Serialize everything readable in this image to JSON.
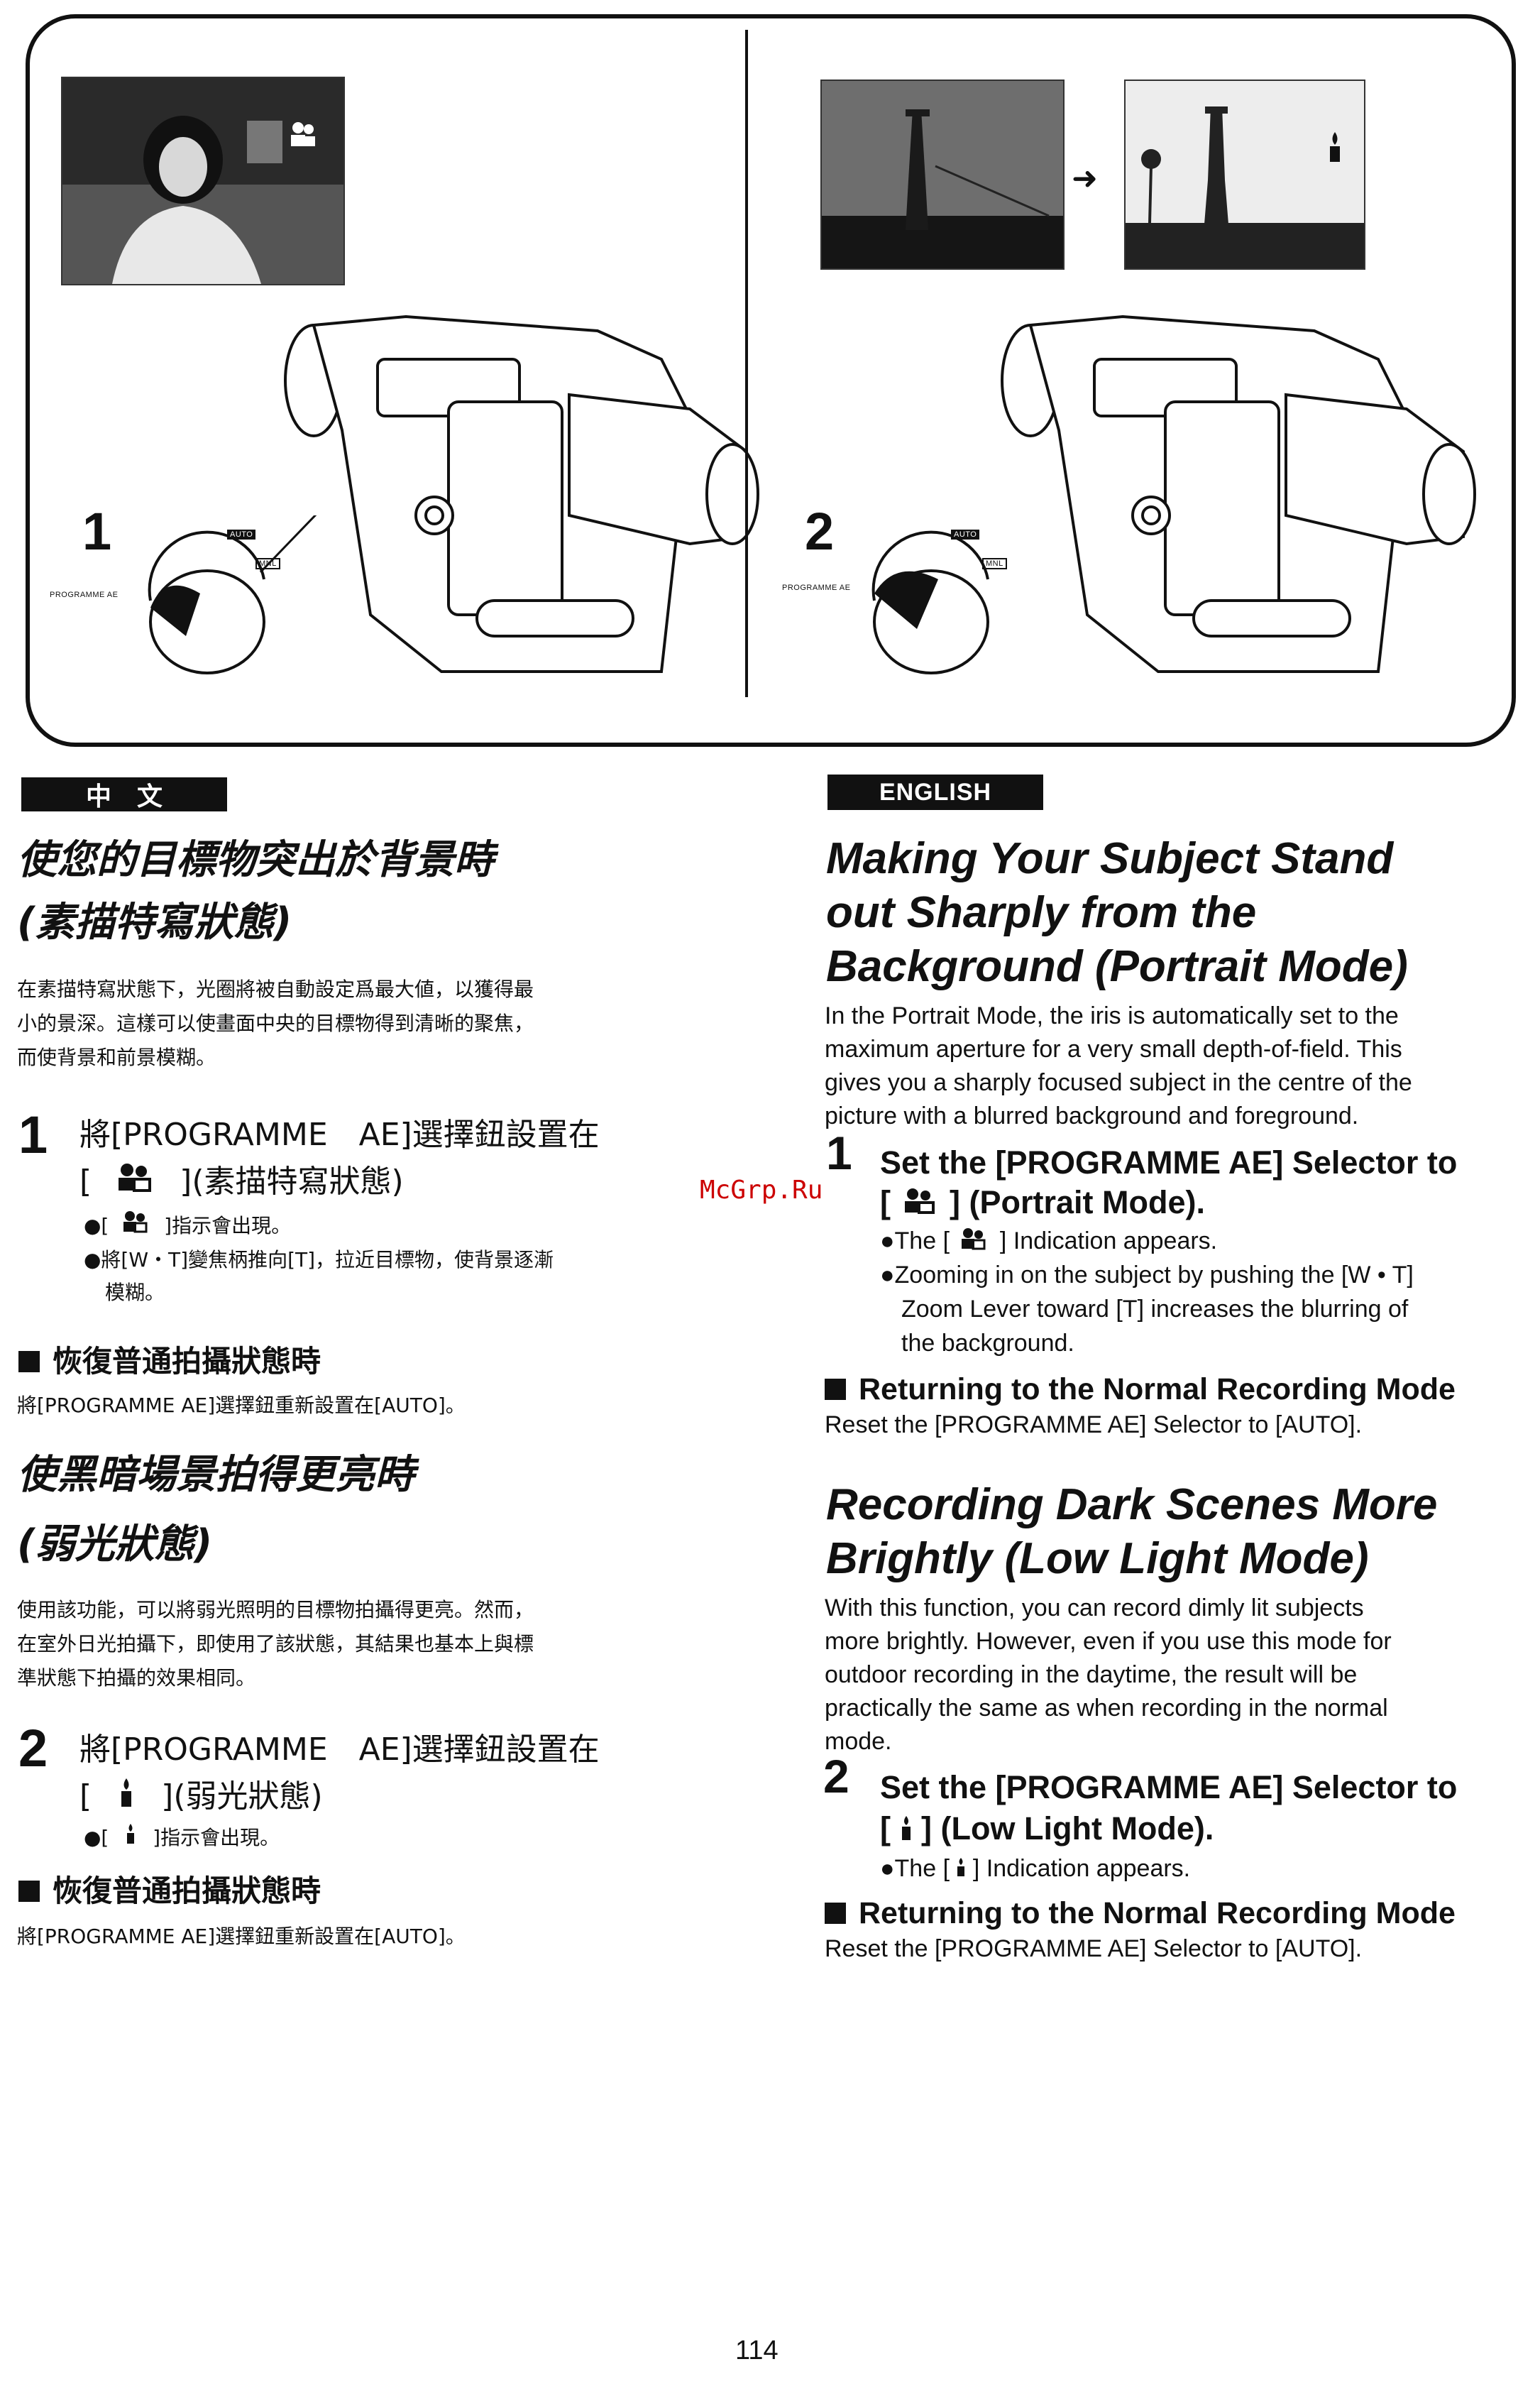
{
  "illustration": {
    "panel1_number": "1",
    "panel2_number": "2",
    "dial_label": "PROGRAMME AE",
    "dial_auto": "AUTO",
    "dial_manual": "MNL"
  },
  "badges": {
    "zh": "中　文",
    "en": "ENGLISH"
  },
  "zh": {
    "title1_line1": "使您的目標物突出於背景時",
    "title1_line2": "(素描特寫狀態)",
    "body1_line1": "在素描特寫狀態下，光圈將被自動設定爲最大値，以獲得最",
    "body1_line2": "小的景深。這樣可以使畫面中央的目標物得到清晰的聚焦，",
    "body1_line3": "而使背景和前景模糊。",
    "step1_num": "1",
    "step1_line1": "將[PROGRAMME　AE]選擇鈕設置在",
    "step1_line2_pre": "[",
    "step1_line2_post": "](素描特寫狀態)",
    "step1_b1_pre": "●[",
    "step1_b1_post": "]指示會出現。",
    "step1_b2_line1": "●將[W・T]變焦柄推向[T]，拉近目標物，使背景逐漸",
    "step1_b2_line2": "模糊。",
    "return1_head": "恢復普通拍攝狀態時",
    "return1_body": "將[PROGRAMME AE]選擇鈕重新設置在[AUTO]。",
    "title2_line1": "使黑暗場景拍得更亮時",
    "title2_line2": "(弱光狀態)",
    "body2_line1": "使用該功能，可以將弱光照明的目標物拍攝得更亮。然而，",
    "body2_line2": "在室外日光拍攝下，即使用了該狀態，其結果也基本上與標",
    "body2_line3": "準狀態下拍攝的效果相同。",
    "step2_num": "2",
    "step2_line1": "將[PROGRAMME　AE]選擇鈕設置在",
    "step2_line2_pre": "[",
    "step2_line2_post": "](弱光狀態)",
    "step2_b1_pre": "●[",
    "step2_b1_post": "]指示會出現。",
    "return2_head": "恢復普通拍攝狀態時",
    "return2_body": "將[PROGRAMME AE]選擇鈕重新設置在[AUTO]。"
  },
  "en": {
    "title1_line1": "Making Your Subject Stand",
    "title1_line2": "out Sharply from the",
    "title1_line3": "Background (Portrait Mode)",
    "body1_line1": "In the Portrait Mode, the iris is automatically set to the",
    "body1_line2": "maximum aperture for a very small depth-of-field. This",
    "body1_line3": "gives you a sharply focused subject in the centre of the",
    "body1_line4": "picture with a blurred background and foreground.",
    "step1_num": "1",
    "step1_line1": "Set the [PROGRAMME AE] Selector to",
    "step1_line2_pre": "[",
    "step1_line2_post": "] (Portrait Mode).",
    "step1_b1_pre": "●The [",
    "step1_b1_post": "] Indication appears.",
    "step1_b2_line1": "●Zooming in on the subject by pushing the [W • T]",
    "step1_b2_line2": "Zoom Lever toward [T] increases the blurring of",
    "step1_b2_line3": "the background.",
    "return1_head": "Returning to the Normal Recording Mode",
    "return1_body": "Reset the [PROGRAMME AE] Selector to [AUTO].",
    "title2_line1": "Recording Dark Scenes More",
    "title2_line2": "Brightly (Low Light Mode)",
    "body2_line1": "With this function, you can record dimly lit subjects",
    "body2_line2": "more brightly. However, even if you use this mode for",
    "body2_line3": "outdoor recording in the daytime, the result will be",
    "body2_line4": "practically the same as when recording in the normal",
    "body2_line5": "mode.",
    "step2_num": "2",
    "step2_line1": "Set the [PROGRAMME AE] Selector to",
    "step2_line2_pre": "[",
    "step2_line2_post": "] (Low Light Mode).",
    "step2_b1_pre": "●The [",
    "step2_b1_post": "] Indication appears.",
    "return2_head": "Returning to the Normal Recording Mode",
    "return2_body": "Reset the [PROGRAMME AE] Selector to [AUTO]."
  },
  "watermark": "McGrp.Ru",
  "page_number": "114"
}
